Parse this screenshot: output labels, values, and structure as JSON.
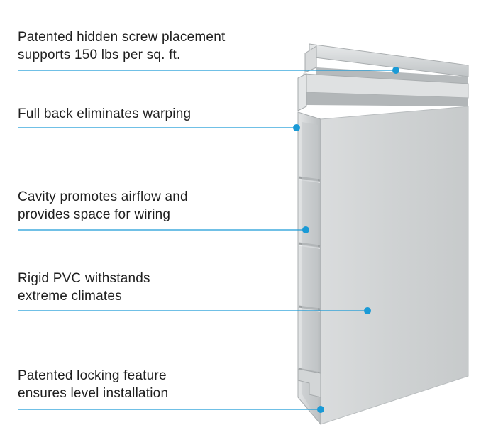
{
  "callouts": [
    {
      "line1": "Patented hidden screw placement",
      "line2": "supports 150 lbs per sq. ft."
    },
    {
      "line1": "Full back eliminates warping",
      "line2": ""
    },
    {
      "line1": "Cavity promotes airflow and",
      "line2": "provides space for wiring"
    },
    {
      "line1": "Rigid PVC withstands",
      "line2": "extreme climates"
    },
    {
      "line1": "Patented locking feature",
      "line2": "ensures level installation"
    }
  ],
  "colors": {
    "leader": "#1a9ad6",
    "text": "#1f1f1f",
    "panel_face": "#cfd2d3",
    "panel_edge": "#b3b7b9"
  }
}
